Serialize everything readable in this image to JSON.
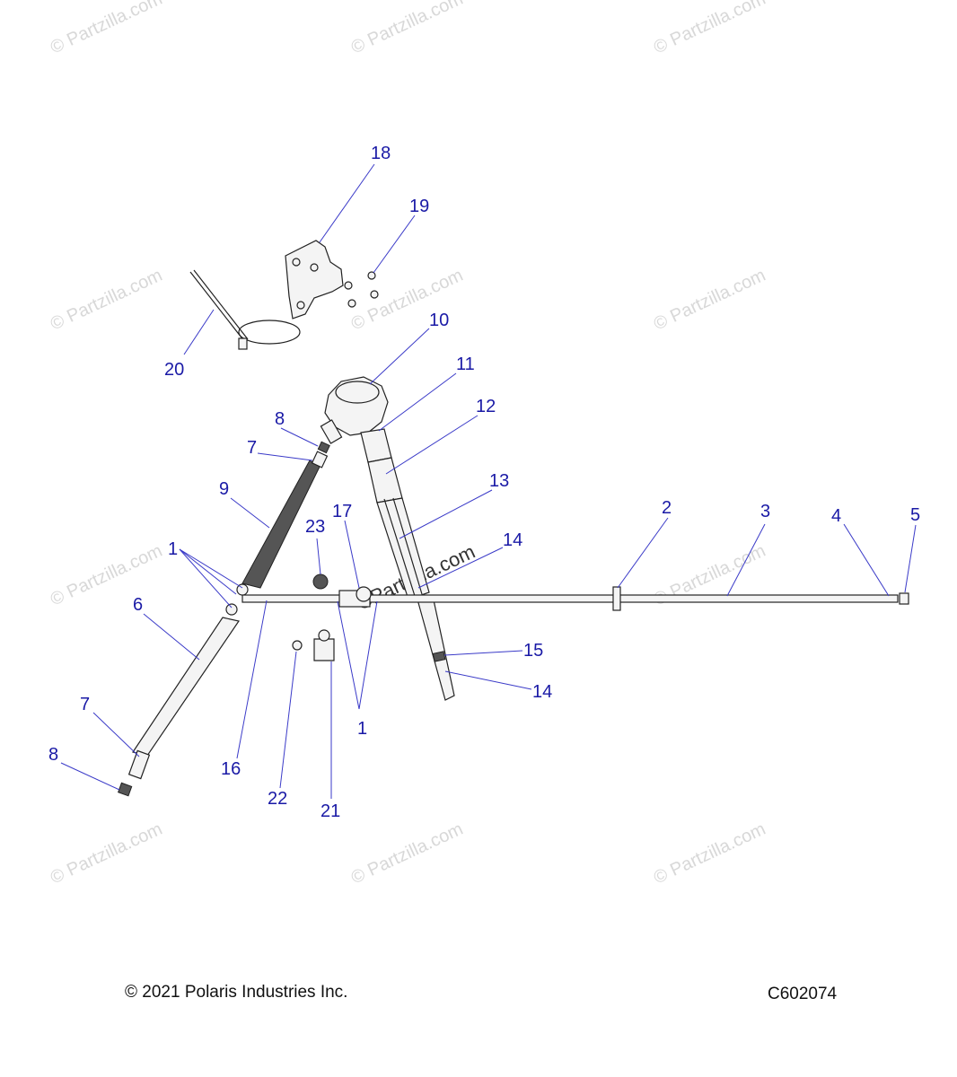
{
  "diagram": {
    "callouts": [
      {
        "id": "c1a",
        "text": "1"
      },
      {
        "id": "c1b",
        "text": "1"
      },
      {
        "id": "c2",
        "text": "2"
      },
      {
        "id": "c3",
        "text": "3"
      },
      {
        "id": "c4",
        "text": "4"
      },
      {
        "id": "c5",
        "text": "5"
      },
      {
        "id": "c6",
        "text": "6"
      },
      {
        "id": "c7a",
        "text": "7"
      },
      {
        "id": "c7b",
        "text": "7"
      },
      {
        "id": "c8a",
        "text": "8"
      },
      {
        "id": "c8b",
        "text": "8"
      },
      {
        "id": "c9",
        "text": "9"
      },
      {
        "id": "c10",
        "text": "10"
      },
      {
        "id": "c11",
        "text": "11"
      },
      {
        "id": "c12",
        "text": "12"
      },
      {
        "id": "c13",
        "text": "13"
      },
      {
        "id": "c14a",
        "text": "14"
      },
      {
        "id": "c14b",
        "text": "14"
      },
      {
        "id": "c15",
        "text": "15"
      },
      {
        "id": "c16",
        "text": "16"
      },
      {
        "id": "c17",
        "text": "17"
      },
      {
        "id": "c18",
        "text": "18"
      },
      {
        "id": "c19",
        "text": "19"
      },
      {
        "id": "c20",
        "text": "20"
      },
      {
        "id": "c21",
        "text": "21"
      },
      {
        "id": "c22",
        "text": "22"
      },
      {
        "id": "c23",
        "text": "23"
      }
    ],
    "watermark_text": "© Partzilla.com",
    "center_watermark_text": "©Partzilla.com"
  },
  "footer": {
    "copyright": "© 2021 Polaris Industries Inc.",
    "diagram_code": "C602074"
  },
  "colors": {
    "callout_text": "#1a1aa6",
    "leader_line": "#3a3ac8",
    "watermark": "#d8d8d8"
  }
}
